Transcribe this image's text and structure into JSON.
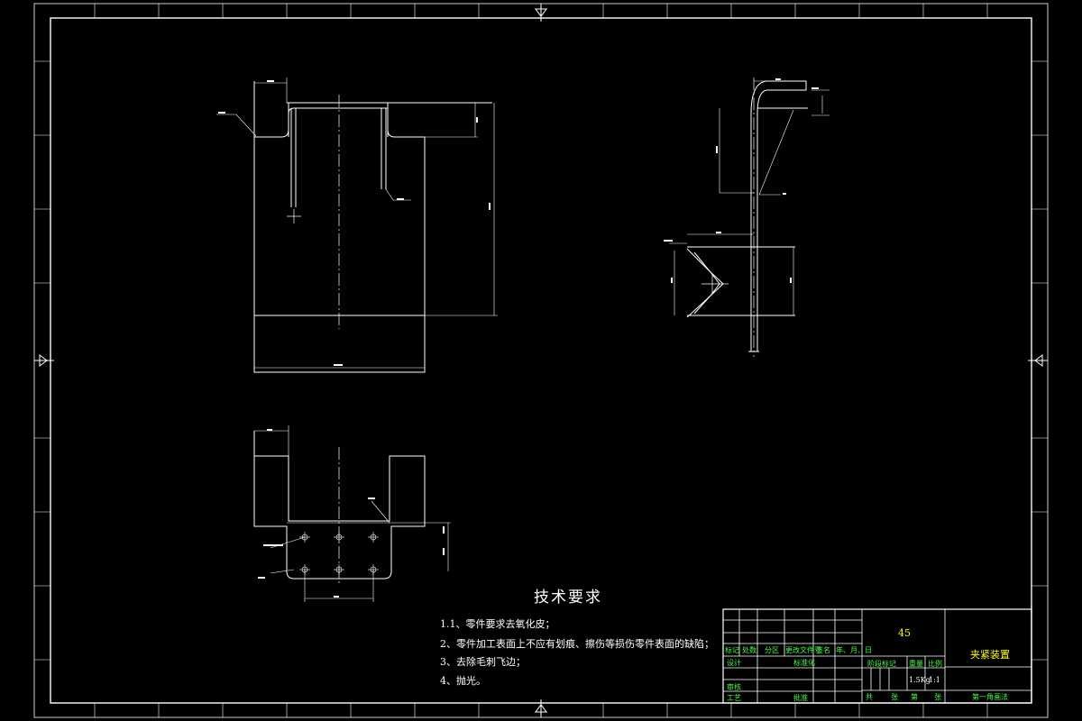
{
  "requirements": {
    "title": "技术要求",
    "items": [
      "1.1、零件要求去氧化皮；",
      "2、零件加工表面上不应有划痕、擦伤等损伤零件表面的缺陷；",
      "3、去除毛刺飞边；",
      "4、抛光。"
    ]
  },
  "title_block": {
    "material": "45",
    "part_name": "夹紧装置",
    "row_labels": [
      "标记",
      "处数",
      "分区",
      "更改文件号",
      "签名",
      "年、月、日"
    ],
    "design": "设计",
    "standardize": "标准化",
    "review": "审核",
    "process": "工艺",
    "approve": "批准",
    "stage_mark": "阶段标记",
    "weight_label": "重量",
    "scale_label": "比例",
    "weight": "1.5Kg",
    "scale": "1:1",
    "sheets_total": "共",
    "sheets_unit1": "张",
    "sheet_no": "第",
    "sheets_unit2": "张",
    "projection": "第一角画法"
  },
  "colors": {
    "background": "#000000",
    "lines": "#ffffff",
    "title_text": "#44ff44",
    "highlight_text": "#ffff00"
  }
}
